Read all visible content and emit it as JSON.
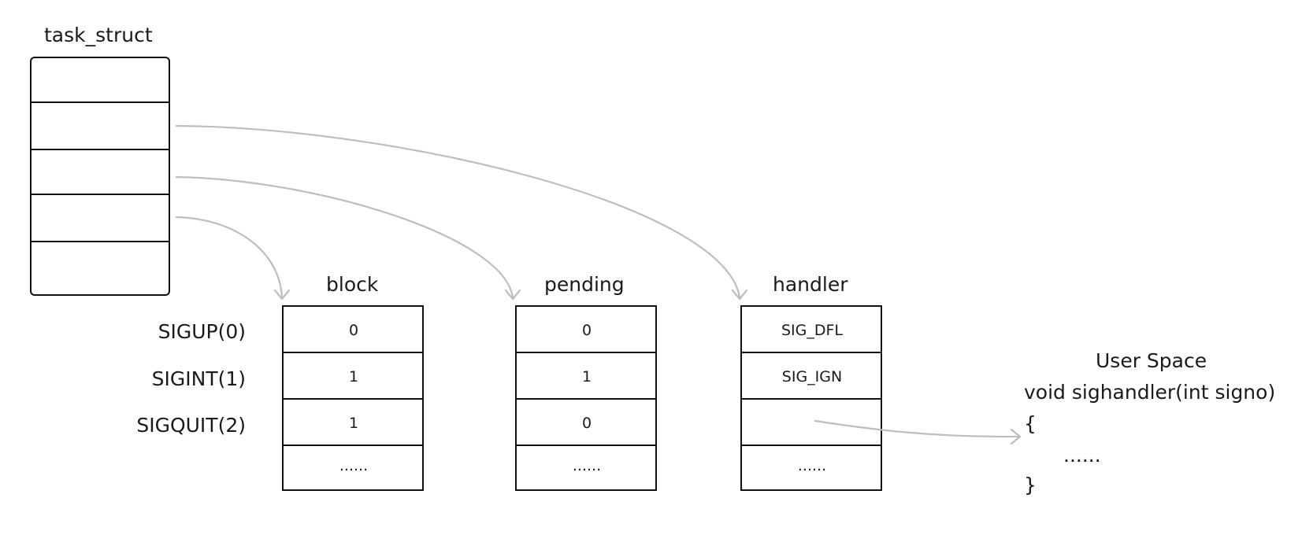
{
  "task_struct": {
    "title": "task_struct"
  },
  "tables": {
    "block": {
      "title": "block",
      "cells": [
        "0",
        "1",
        "1",
        "......"
      ]
    },
    "pending": {
      "title": "pending",
      "cells": [
        "0",
        "1",
        "0",
        "......"
      ]
    },
    "handler": {
      "title": "handler",
      "cells": [
        "SIG_DFL",
        "SIG_IGN",
        "",
        "......"
      ]
    }
  },
  "signals": [
    "SIGUP(0)",
    "SIGINT(1)",
    "SIGQUIT(2)"
  ],
  "user_space": {
    "title": "User Space",
    "lines": [
      "void sighandler(int signo)",
      "{",
      "......",
      "}"
    ]
  },
  "colors": {
    "arrow": "#bdbdc2",
    "box": "#111111"
  }
}
